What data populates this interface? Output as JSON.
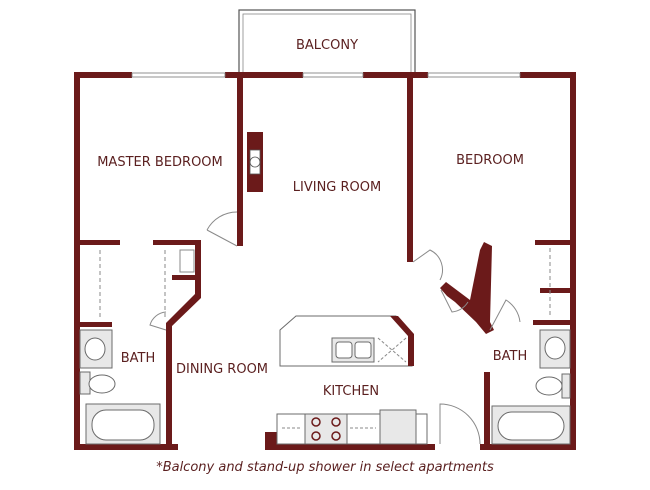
{
  "rooms": {
    "balcony": "BALCONY",
    "master_bedroom": "MASTER BEDROOM",
    "living_room": "LIVING ROOM",
    "bedroom": "BEDROOM",
    "bath_left": "BATH",
    "dining_room": "DINING ROOM",
    "kitchen": "KITCHEN",
    "bath_right": "BATH"
  },
  "footnote": "*Balcony and stand-up shower in select apartments",
  "colors": {
    "wall": "#6b1a1a",
    "label": "#5a1f1f",
    "fixture": "#e8e8e8"
  }
}
